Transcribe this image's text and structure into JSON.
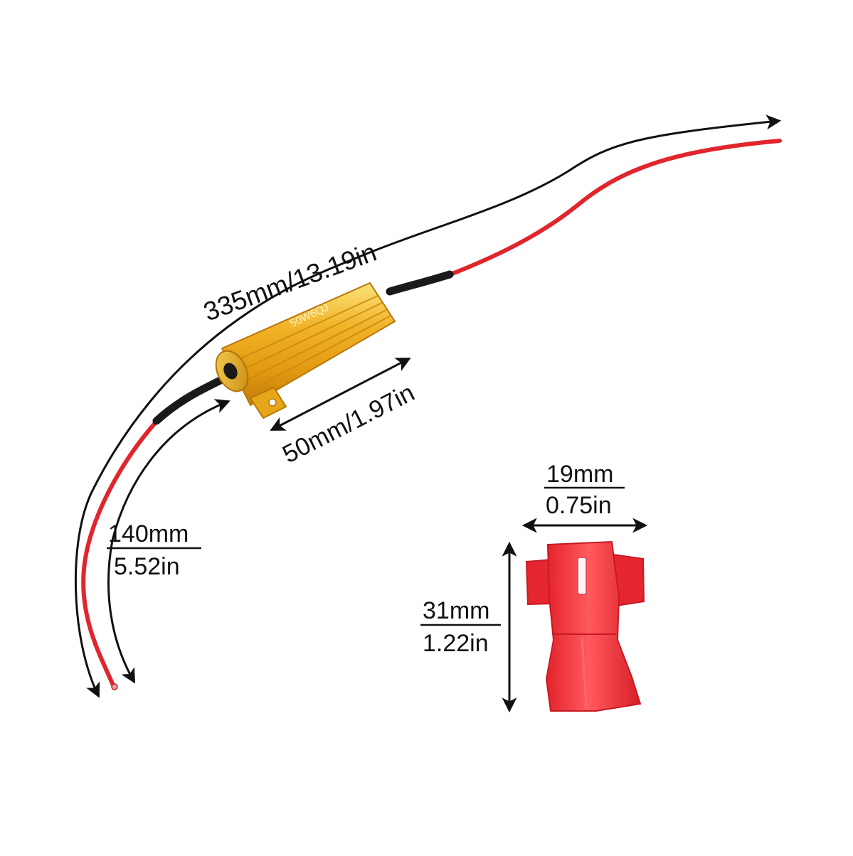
{
  "colors": {
    "background": "#ffffff",
    "wire_red": "#e0262c",
    "wire_black": "#1a1a1a",
    "resistor_gold": "#f0b020",
    "connector_red": "#ee2a32",
    "dimension_line": "#111111"
  },
  "resistor": {
    "marking": "50W6QJ"
  },
  "dimensions": {
    "total_length": "335mm/13.19in",
    "resistor_length": "50mm/1.97in",
    "lead_length_mm": "140mm",
    "lead_length_in": "5.52in",
    "connector_width_mm": "19mm",
    "connector_width_in": "0.75in",
    "connector_height_mm": "31mm",
    "connector_height_in": "1.22in"
  }
}
